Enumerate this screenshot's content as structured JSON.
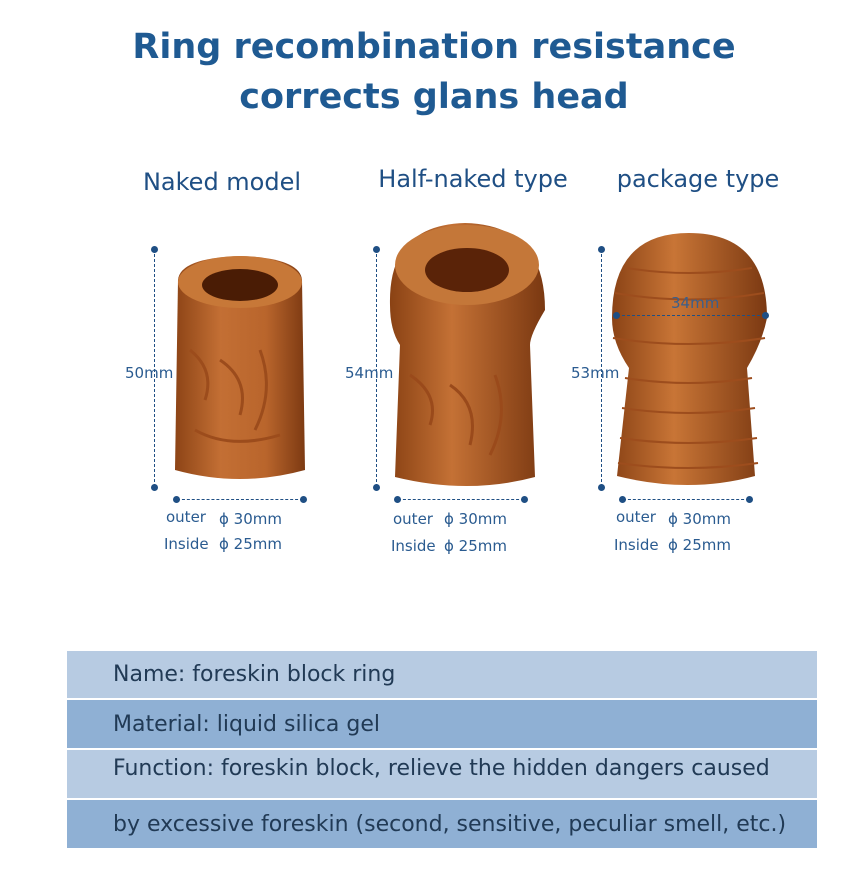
{
  "title": {
    "line1": "Ring recombination resistance",
    "line2": "corrects glans head"
  },
  "products": [
    {
      "label": "Naked model",
      "height": "50mm",
      "outer": "outer",
      "outer_dim": "ϕ 30mm",
      "inside": "Inside",
      "inside_dim": "ϕ 25mm"
    },
    {
      "label": "Half-naked type",
      "height": "54mm",
      "outer": "outer",
      "outer_dim": "ϕ 30mm",
      "inside": "Inside",
      "inside_dim": "ϕ 25mm"
    },
    {
      "label": "package type",
      "height": "53mm",
      "width_top": "34mm",
      "outer": "outer",
      "outer_dim": "ϕ 30mm",
      "inside": "Inside",
      "inside_dim": "ϕ 25mm"
    }
  ],
  "specs": [
    {
      "text": "Name: foreskin block ring"
    },
    {
      "text": "Material: liquid silica gel"
    },
    {
      "text": "Function: foreskin block, relieve the hidden dangers caused"
    },
    {
      "text": "by excessive foreskin (second, sensitive, peculiar smell, etc.)"
    }
  ],
  "colors": {
    "title": "#1f5a92",
    "product": "#b5622a",
    "row_light": "#b7cbe2",
    "row_dark": "#8fb0d4"
  }
}
